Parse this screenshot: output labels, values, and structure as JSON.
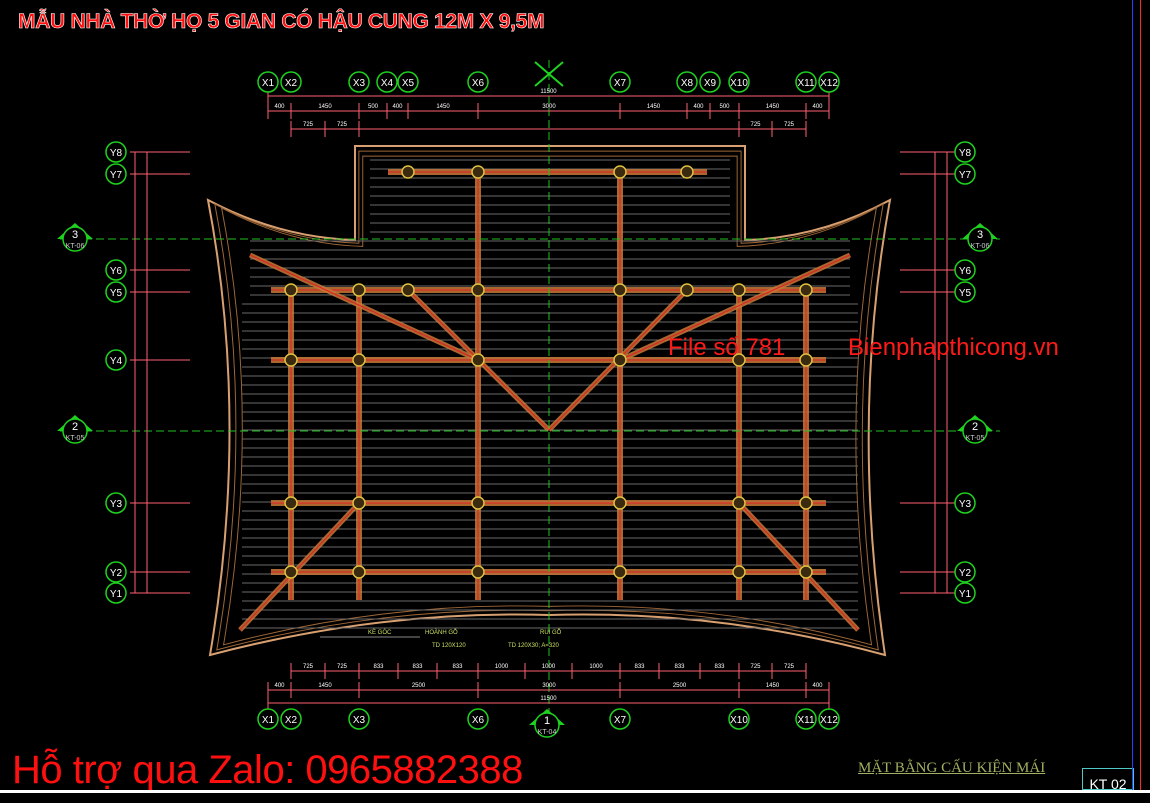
{
  "title": "MẪU NHÀ THỜ HỌ 5 GIAN CÓ HẬU CUNG 12M X 9,5M",
  "watermark": {
    "file": "File số 781",
    "site": "Bienphapthicong.vn"
  },
  "support": "Hỗ trợ qua Zalo: 0965882388",
  "sheet": {
    "title": "MẶT BẰNG CẤU KIỆN MÁI",
    "number": "KT 02"
  },
  "grid_x_top": [
    "X1",
    "X2",
    "X3",
    "X4",
    "X5",
    "X6",
    "X7",
    "X8",
    "X9",
    "X10",
    "X11",
    "X12"
  ],
  "grid_x_bottom": [
    "X1",
    "X2",
    "X3",
    "X6",
    "X7",
    "X10",
    "X11",
    "X12"
  ],
  "grid_y": [
    "Y8",
    "Y7",
    "Y6",
    "Y5",
    "Y4",
    "Y3",
    "Y2",
    "Y1"
  ],
  "section_marks": [
    {
      "num": "3",
      "ref": "KT-06"
    },
    {
      "num": "2",
      "ref": "KT-05"
    },
    {
      "num": "1",
      "ref": "KT-04"
    }
  ],
  "dims_top": {
    "total": "11500",
    "row1": [
      "400",
      "1450",
      "500",
      "400",
      "1450",
      "3000",
      "1450",
      "400",
      "500",
      "1450",
      "400"
    ],
    "row2": [
      "725",
      "725",
      "725",
      "725"
    ]
  },
  "dims_bottom": {
    "total": "11500",
    "row1": [
      "725",
      "725",
      "833",
      "833",
      "833",
      "1000",
      "1000",
      "1000",
      "833",
      "833",
      "833",
      "725",
      "725"
    ],
    "row2": [
      "400",
      "1450",
      "2500",
      "3000",
      "2500",
      "1450",
      "400"
    ]
  },
  "annotations": [
    {
      "label": "KÈ GÓC"
    },
    {
      "label": "HOÀNH GỖ",
      "spec": "TD 120X120"
    },
    {
      "label": "RUI GỖ",
      "spec": "TD 120X30; A=320"
    }
  ],
  "colors": {
    "grid_bubble": "#1fd21f",
    "dimension": "#ff6070",
    "timber": "#c87838",
    "beam": "#e02020",
    "axis": "#22c022",
    "watermark": "#ff1a1a"
  }
}
